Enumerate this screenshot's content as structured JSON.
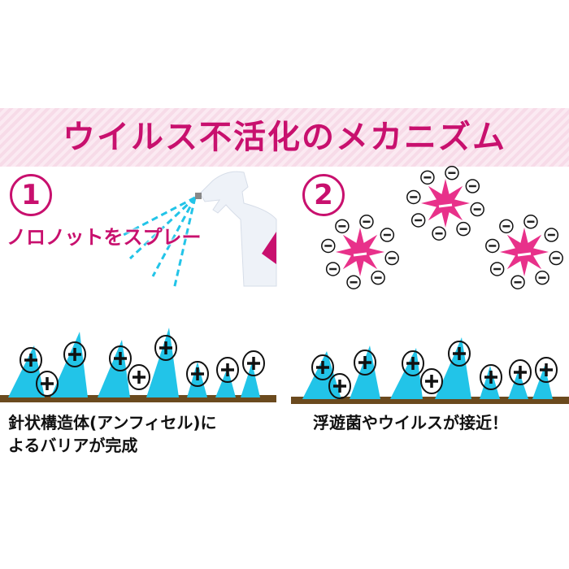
{
  "banner": {
    "title": "ウイルス不活化のメカニズム"
  },
  "step1": {
    "number": "1",
    "label": "ノロノットをスプレー",
    "caption_line1": "針状構造体(アンフィセル)に",
    "caption_line2": "よるバリアが完成"
  },
  "step2": {
    "number": "2",
    "caption": "浮遊菌やウイルスが接近！"
  },
  "colors": {
    "accent": "#c8106e",
    "spike": "#22c4e8",
    "ground": "#6b4a1e",
    "virus": "#e8318a"
  },
  "icons": {
    "positive_charge": "plus-circle-icon",
    "negative_charge": "minus-circle-icon",
    "virus": "virus-icon",
    "spray_bottle": "spray-bottle-icon"
  }
}
